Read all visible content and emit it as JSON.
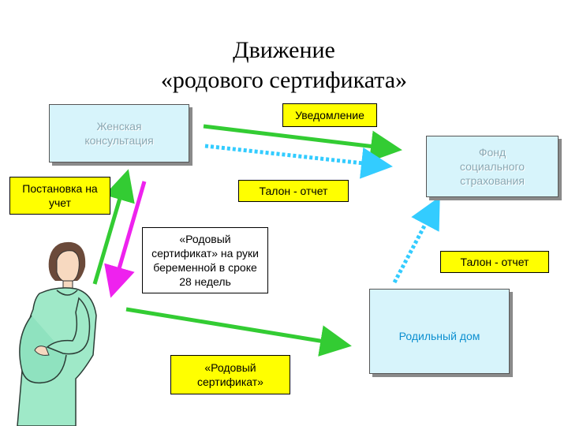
{
  "title_line1": "Движение",
  "title_line2": "«родового сертификата»",
  "boxes": {
    "zhenskaya": "Женская консультация",
    "fond": "Фонд социального страхования",
    "roddom": "Родильный дом",
    "uvedomlenie": "Уведомление",
    "postanovka": "Постановка на учет",
    "talon1": "Талон - отчет",
    "talon2": "Талон - отчет",
    "cert_hands": "«Родовый сертификат» на руки беременной в сроке 28 недель",
    "cert": "«Родовый сертификат»"
  },
  "colors": {
    "green_arrow": "#33cc33",
    "magenta_arrow": "#ee22ee",
    "dotted_arrow": "#33ccff",
    "yellow_label": "#ffff00",
    "pale_box": "#d7f4fb"
  }
}
